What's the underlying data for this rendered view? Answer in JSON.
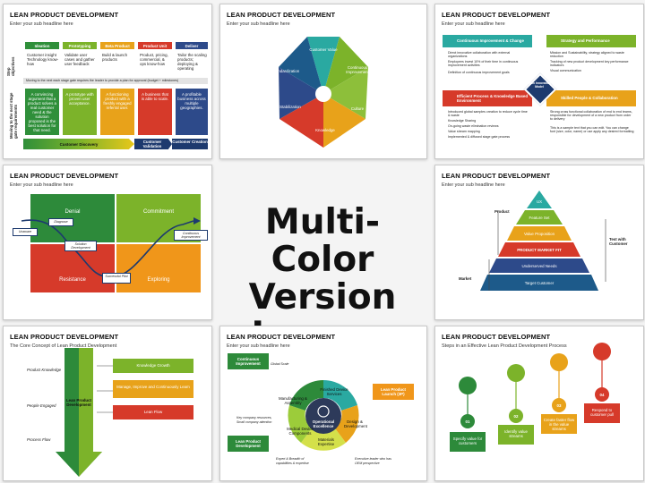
{
  "center": {
    "line1": "Multi-Color",
    "line2": "Version Images"
  },
  "slides": [
    {
      "title": "LEAN PRODUCT DEVELOPMENT",
      "subtitle": "Enter your sub headline here",
      "row_labels": [
        "Step objectives",
        "Moving to the next stage gate requirements"
      ],
      "columns": [
        "Ideation",
        "Prototyping",
        "Beta Product",
        "Product Unit",
        "Deliver"
      ],
      "objectives": [
        "Customer insight Technology know-how",
        "Validate user cases and gather user feedback",
        "Build & launch products",
        "Product, pricing, commercial, & ops know-how",
        "Tailor the scaling products; deploying & operating"
      ],
      "banner": "Moving to the next each stage gate requires the leader to provide a plan for approval (budget + milestones)",
      "requirements": [
        "A convincing argument that a product solves a real customer need & the solution proposed is the best solution for that need.",
        "A prototype with proven user acceptance.",
        "A functioning product with a freshly engaged referral user.",
        "A business that is able to scale.",
        "A profitable business across multiple geographies."
      ],
      "phases": [
        "Customer Discovery",
        "Customer Validation",
        "Customer Creation"
      ]
    },
    {
      "title": "LEAN PRODUCT DEVELOPMENT",
      "subtitle": "Enter your sub headline here",
      "segments": [
        "Customer Value",
        "Continuous Improvement",
        "Culture",
        "Knowledge",
        "Stabilization",
        "Standardization"
      ]
    },
    {
      "title": "LEAN PRODUCT DEVELOPMENT",
      "subtitle": "Enter your sub headline here",
      "quadrants": [
        {
          "heading": "Continuous Improvement & Change",
          "bullets": [
            "Direct innovative collaboration with external organizations",
            "Employees invest 10% of their time in continuous improvement activities",
            "Definition of continuous improvement goals"
          ]
        },
        {
          "heading": "Strategy and Performance",
          "bullets": [
            "Mission and Sustainability, strategy aligned to waste reduction",
            "Tracking of new product development key performance indicators",
            "Visual communication"
          ]
        },
        {
          "heading": "Efficient Process & Knowledge Based Environment",
          "bullets": [
            "Introduced global samples creation to reduce cycle time & waste",
            "Knowledge Sharing",
            "On-going waste elimination reviews",
            "Value stream mapping",
            "Implemented & diffused stage gate process"
          ]
        },
        {
          "heading": "Skilled People & Collaboration",
          "bullets": [
            "Strong cross functional collaboration of end to end teams, responsible for development of a new product from order to delivery",
            "This is a sample text that you can edit. You can change font (size, color, name) or use apply any desired formatting"
          ]
        }
      ],
      "center_label": "Lean Innovation Model"
    },
    {
      "title": "LEAN PRODUCT DEVELOPMENT",
      "subtitle": "Enter your sub headline here",
      "quadrants": [
        "Denial",
        "Commitment",
        "Resistance",
        "Exploring"
      ],
      "labels": [
        "Diagnose",
        "Unaware",
        "Solution Development",
        "Continuous Improvement",
        "Successful Pilot"
      ]
    },
    {
      "title": "LEAN PRODUCT DEVELOPMENT",
      "subtitle": "Enter your sub headline here",
      "levels": [
        "UX",
        "Feature Set",
        "Value Proposition",
        "PRODUCT MARKET FIT",
        "Underserved Needs",
        "Target Customer"
      ],
      "side_labels": [
        "Product",
        "Market"
      ],
      "right_label": "Test with Customer"
    },
    {
      "title": "LEAN PRODUCT DEVELOPMENT",
      "subtitle": "The Core Concept of Lean Product Development",
      "left_labels": [
        "Product Knowledge",
        "People Engaged",
        "Process Flow"
      ],
      "arrow_label": "Lean Product Development",
      "boxes": [
        "Knowledge Growth",
        "Manage, Improve and Continuously Learn",
        "Lean Flow"
      ]
    },
    {
      "title": "LEAN PRODUCT DEVELOPMENT",
      "subtitle": "Enter your sub headline here",
      "center": "Operational Excellence",
      "segments": [
        "Finished Device Services",
        "Design & Development",
        "Materials Expertise",
        "Medical Device Components",
        "Manufacturing & Assembly"
      ],
      "side_boxes": [
        "Continuous Improvement",
        "Lean Product Launch (3P)",
        "Lean Product Development"
      ],
      "notes": [
        "Global Scale",
        "Key company resources, Small company attention",
        "Expert & Breadth of capabilities & expertise",
        "Executive leader who has OEM perspective"
      ]
    },
    {
      "title": "LEAN PRODUCT DEVELOPMENT",
      "subtitle": "Steps in an Effective Lean Product Development Process",
      "steps": [
        {
          "num": "01",
          "text": "Specify value for customers"
        },
        {
          "num": "02",
          "text": "Identify value streams"
        },
        {
          "num": "03",
          "text": "Create faster flow in the value streams"
        },
        {
          "num": "04",
          "text": "Respond to customer pull"
        }
      ]
    }
  ]
}
